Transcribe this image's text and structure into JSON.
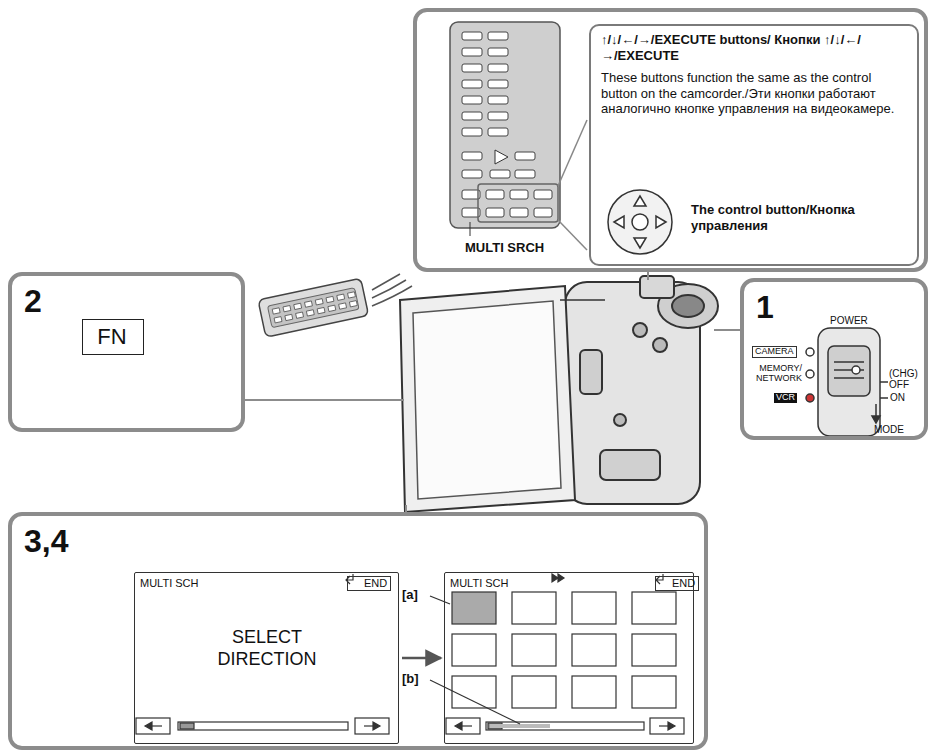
{
  "diagram": {
    "nodes": [
      {
        "text": [
          "MULTI SRCH"
        ]
      },
      {
        "text": [
          "↑/↓/←/→/EXECUTE buttons/ Кнопки ↑/↓/←/→/EXECUTE",
          "These buttons function the same as the control button on the camcorder./Эти кнопки работают аналогично кнопке управления на видеокамере.",
          "The control button/Кнопка управления"
        ],
        "in": 0
      },
      {
        "text": [
          "2"
        ]
      },
      {
        "text": [
          "FN"
        ],
        "in": 2
      },
      {
        "text": [
          "1"
        ]
      },
      {
        "text": [
          "3,4"
        ]
      },
      {
        "text": [
          "MULTI SCH",
          "END",
          "SELECT DIRECTION"
        ],
        "in": 5
      },
      {
        "text": [
          "MULTI SCH",
          "END"
        ],
        "in": 5
      }
    ],
    "edges": [
      {
        "from": 6,
        "to": 7,
        "arrow": "to"
      }
    ],
    "labels": [
      "POWER",
      "CAMERA",
      "MEMORY/ NETWORK",
      "VCR",
      "(CHG) OFF",
      "ON",
      "MODE",
      "[a]",
      "[b]"
    ]
  }
}
